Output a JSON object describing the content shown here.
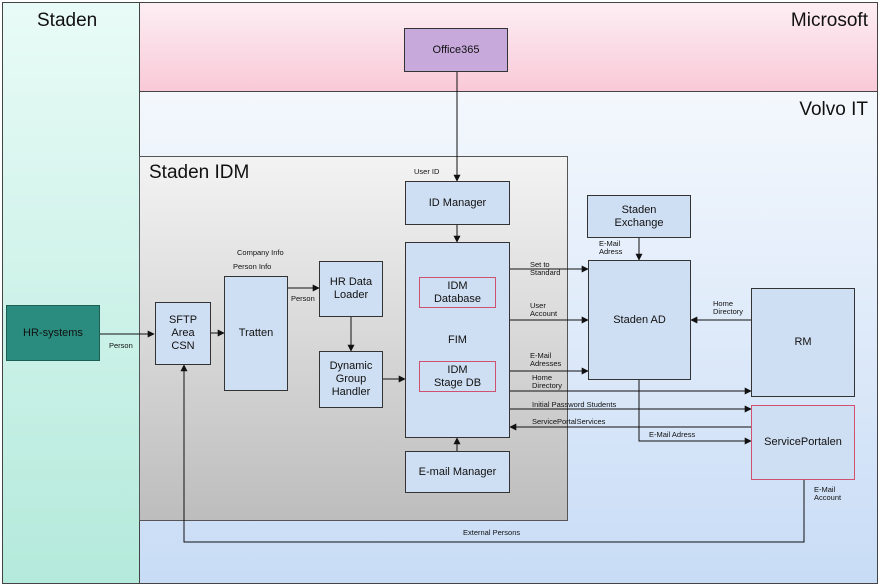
{
  "zones": {
    "staden": "Staden",
    "microsoft": "Microsoft",
    "volvo_it": "Volvo IT",
    "staden_idm": "Staden IDM"
  },
  "boxes": {
    "hr_systems": "HR-systems",
    "sftp": "SFTP\nArea\nCSN",
    "tratten": "Tratten",
    "hr_data_loader": "HR Data\nLoader",
    "dynamic_group_handler": "Dynamic\nGroup\nHandler",
    "office365": "Office365",
    "id_manager": "ID Manager",
    "fim": "FIM",
    "idm_database": "IDM\nDatabase",
    "idm_stage_db": "IDM\nStage DB",
    "email_manager": "E-mail Manager",
    "staden_exchange": "Staden\nExchange",
    "staden_ad": "Staden AD",
    "rm": "RM",
    "serviceportalen": "ServicePortalen"
  },
  "labels": {
    "person_hr": "Person",
    "company_info": "Company  Info",
    "person_info": "Person  Info",
    "person_loader": "Person",
    "user_id": "User ID",
    "email_adress_exchange": "E-Mail\nAdress",
    "set_to_standard": "Set to\nStandard",
    "user_account": "User\nAccount",
    "email_adresses": "E-Mail\nAdresses",
    "home_directory_fim": "Home\nDirectory",
    "home_directory_rm": "Home\nDirectory",
    "initial_password": "Initial Password  Students",
    "service_portal_services": "ServicePortalServices",
    "email_adress_ad": "E-Mail Adress",
    "email_account": "E-Mail\nAccount",
    "external_persons": "External  Persons"
  },
  "colors": {
    "staden_zone": "#d8f6ee",
    "microsoft_zone": "#fde3ea",
    "volvo_zone": "#e6effb",
    "idm_zone": "#d7d7d7",
    "box_fill": "#cfdff3",
    "hr_systems_fill": "#2a8c7e",
    "office365_fill": "#c7a9dc",
    "pink_border": "#d05070"
  }
}
